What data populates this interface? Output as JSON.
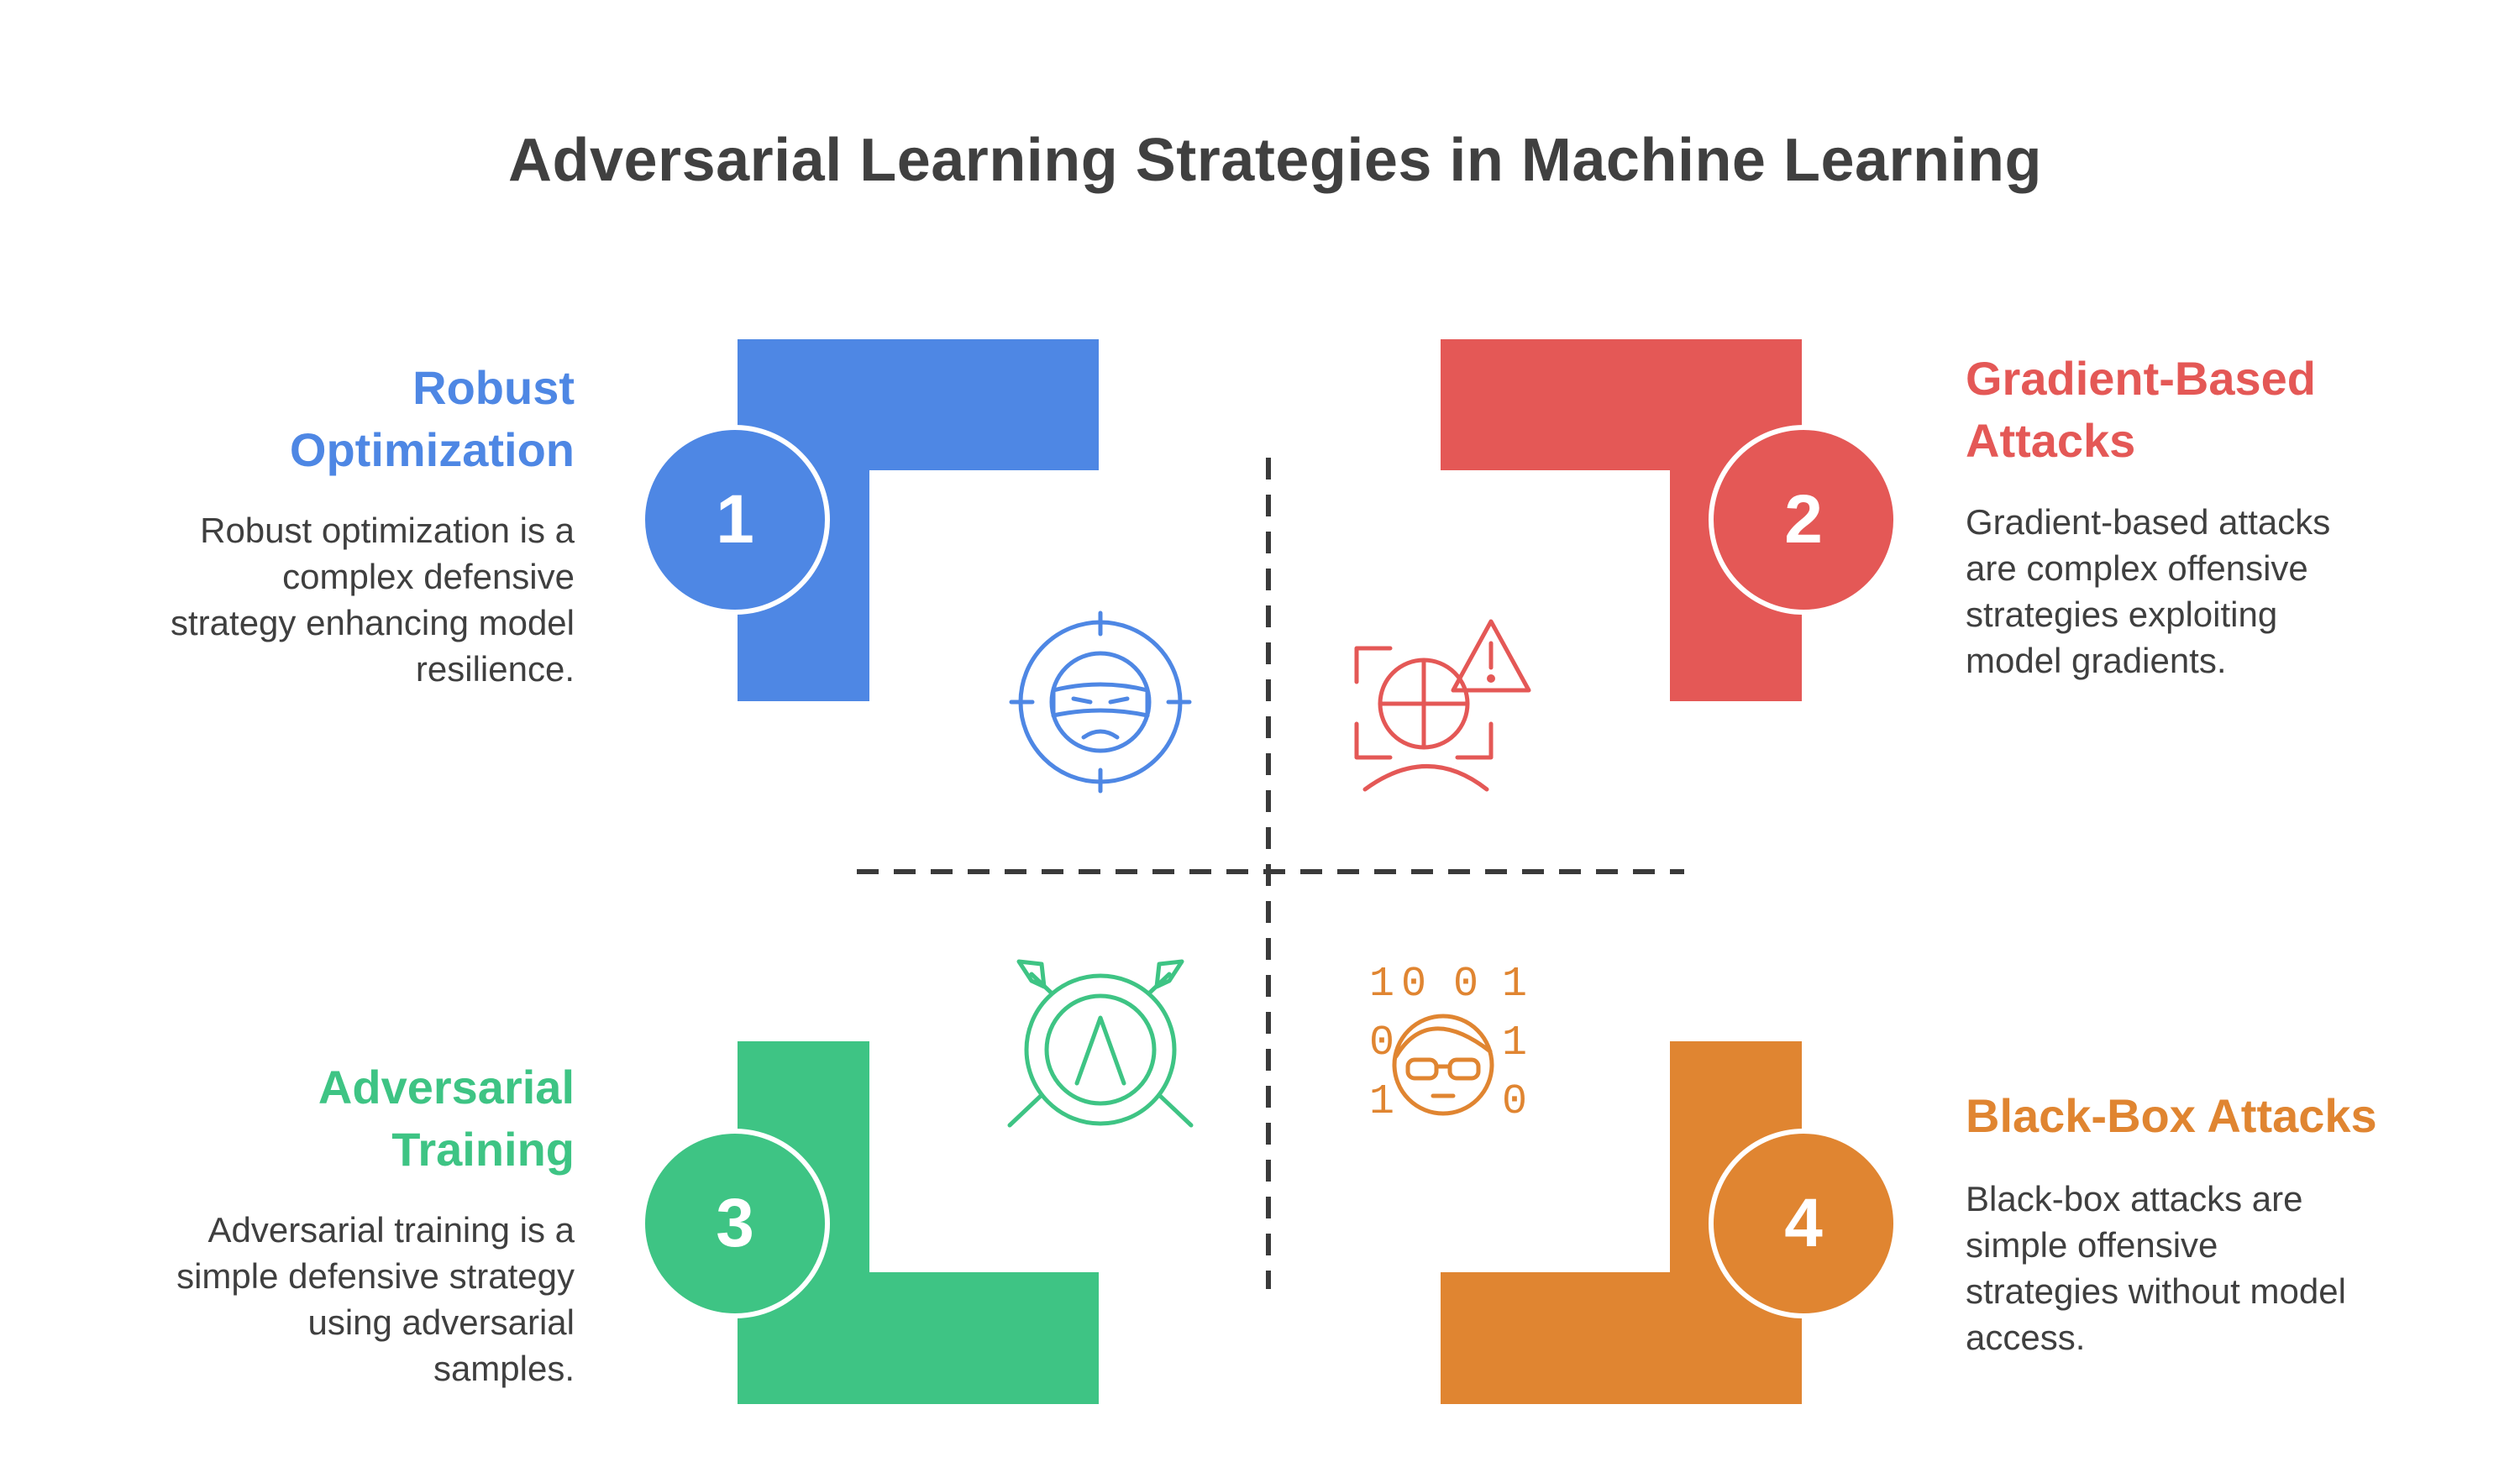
{
  "title": "Adversarial Learning Strategies in Machine Learning",
  "colors": {
    "blue": "#4e87e4",
    "red": "#e45856",
    "green": "#3ec484",
    "orange": "#e08531",
    "title_text": "#404040",
    "body_text": "#3f3f3f",
    "divider": "#3a3a3a"
  },
  "quadrants": [
    {
      "number": "1",
      "title_lines": [
        "Robust",
        "Optimization"
      ],
      "desc_lines": [
        "Robust optimization is a",
        "complex defensive",
        "strategy enhancing model",
        "resilience."
      ],
      "icon": "target-face-icon"
    },
    {
      "number": "2",
      "title_lines": [
        "Gradient-Based",
        "Attacks"
      ],
      "desc_lines": [
        "Gradient-based attacks",
        "are complex offensive",
        "strategies exploiting",
        "model gradients."
      ],
      "icon": "warning-face-scan-icon"
    },
    {
      "number": "3",
      "title_lines": [
        "Adversarial",
        "Training"
      ],
      "desc_lines": [
        "Adversarial training is a",
        "simple defensive strategy",
        "using adversarial",
        "samples."
      ],
      "icon": "shield-spears-icon"
    },
    {
      "number": "4",
      "title_lines": [
        "Black-Box Attacks"
      ],
      "desc_lines": [
        "Black-box attacks are",
        "simple offensive",
        "strategies without model",
        "access."
      ],
      "icon": "binary-hacker-icon",
      "binary_digits": [
        "1",
        "0",
        "0",
        "1",
        "0",
        "1",
        "1",
        "0"
      ]
    }
  ]
}
